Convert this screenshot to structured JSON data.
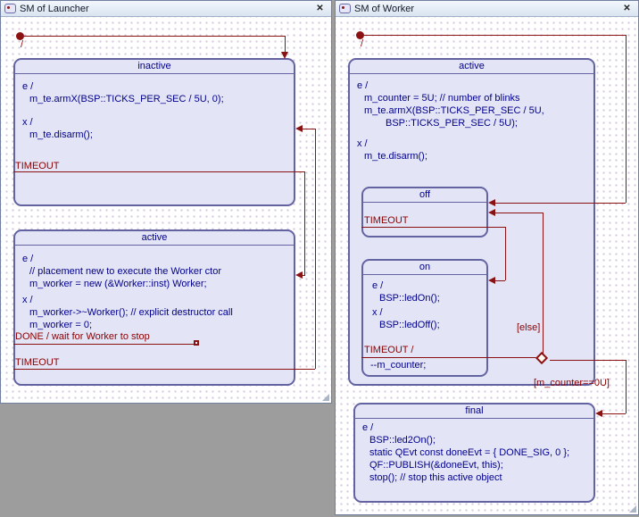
{
  "chrome": {
    "close_glyph": "✕"
  },
  "colors": {
    "code_text": "#00008b",
    "transition": "#8b1212",
    "state_fill": "#e4e4f7",
    "state_border": "#6363a2",
    "mdi_background": "#9d9d9d"
  },
  "launcher": {
    "title": "SM of Launcher",
    "initial": "/",
    "inactive": {
      "name": "inactive",
      "entry_label": "e /",
      "entry_code": "m_te.armX(BSP::TICKS_PER_SEC / 5U, 0);",
      "exit_label": "x /",
      "exit_code": "m_te.disarm();",
      "timeout": "TIMEOUT"
    },
    "active": {
      "name": "active",
      "entry_label": "e /",
      "entry_comment": "// placement new to execute the Worker ctor",
      "entry_code": "m_worker = new (&Worker::inst) Worker;",
      "exit_label": "x /",
      "exit_code1": "m_worker->~Worker(); // explicit destructor call",
      "exit_code2": "m_worker = 0;",
      "done": "DONE / wait for Worker to stop",
      "timeout": "TIMEOUT"
    }
  },
  "worker": {
    "title": "SM of Worker",
    "initial": "/",
    "active": {
      "name": "active",
      "entry_label": "e /",
      "entry_code1": "m_counter = 5U; // number of blinks",
      "entry_code2": "m_te.armX(BSP::TICKS_PER_SEC / 5U,",
      "entry_code3": "BSP::TICKS_PER_SEC / 5U);",
      "exit_label": "x /",
      "exit_code": "m_te.disarm();"
    },
    "off": {
      "name": "off",
      "timeout": "TIMEOUT"
    },
    "on": {
      "name": "on",
      "entry_label": "e /",
      "entry_code": "BSP::ledOn();",
      "exit_label": "x /",
      "exit_code": "BSP::ledOff();",
      "timeout": "TIMEOUT /",
      "action": "--m_counter;"
    },
    "guards": {
      "else_guard": "[else]",
      "zero_guard": "[m_counter==0U]"
    },
    "final": {
      "name": "final",
      "entry_label": "e /",
      "code1": "BSP::led2On();",
      "code2": "static QEvt const doneEvt = { DONE_SIG, 0 };",
      "code3": "QF::PUBLISH(&doneEvt, this);",
      "code4": "stop(); // stop this active object"
    }
  }
}
